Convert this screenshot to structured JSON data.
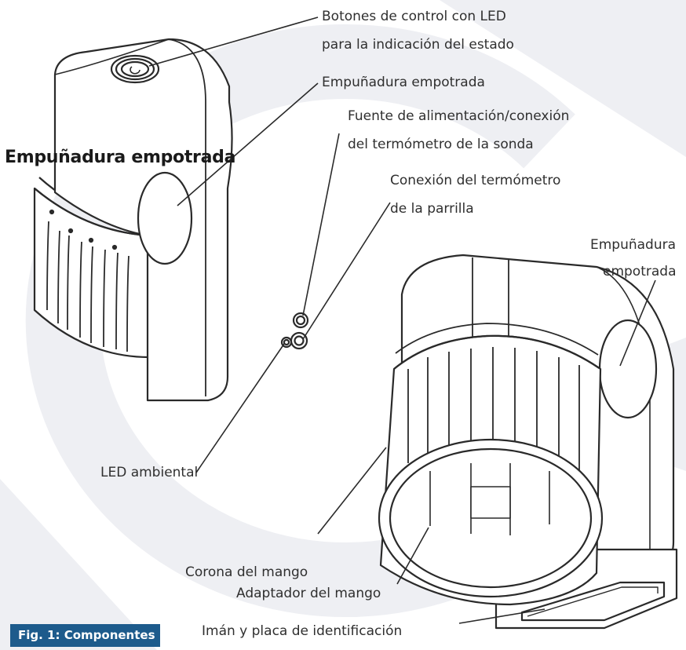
{
  "heading": "Empuñadura empotrada",
  "caption": "Fig. 1: Componentes",
  "labels": {
    "buttons_line1": "Botones de control con LED",
    "buttons_line2": "para la indicación del estado",
    "grip_top": "Empuñadura empotrada",
    "power_line1": "Fuente de alimentación/conexión",
    "power_line2": "del termómetro de la sonda",
    "grill_line1": "Conexión del termómetro",
    "grill_line2": "de la parrilla",
    "grip_right_line1": "Empuñadura",
    "grip_right_line2": "empotrada",
    "ambient_led": "LED ambiental",
    "crown": "Corona del mango",
    "adapter": "Adaptador del mango",
    "magnet": "Imán y placa de identificación"
  },
  "colors": {
    "background_swirl": "#eeeff3",
    "caption_bg": "#1d5b8c",
    "line": "#2a2a2a"
  }
}
